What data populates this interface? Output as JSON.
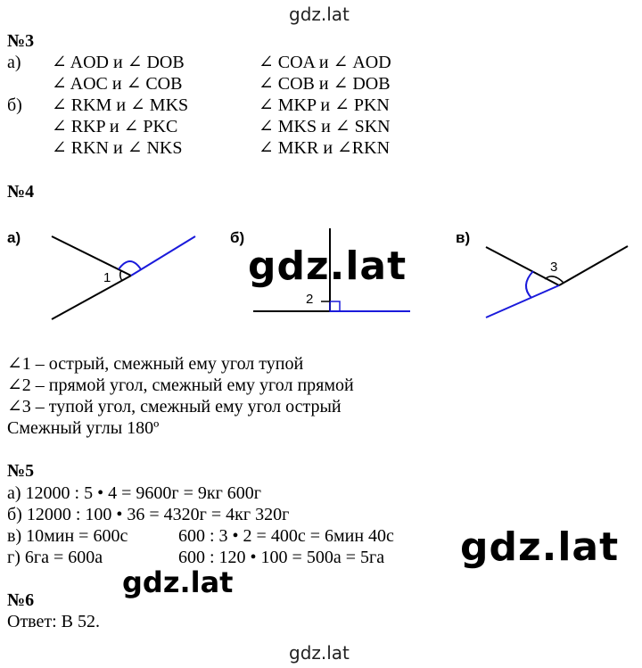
{
  "watermark": {
    "top": "gdz.lat",
    "diagram": "gdz.lat",
    "right": "gdz.lat",
    "lower": "gdz.lat",
    "bottom": "gdz.lat"
  },
  "task3": {
    "heading": "№3",
    "rows": [
      {
        "label": "а)",
        "left": "∠ AOD и ∠ DOB",
        "right": "∠ COA и ∠ AOD"
      },
      {
        "label": "",
        "left": "∠ AOC и ∠ COB",
        "right": "∠ COB и ∠ DOB"
      },
      {
        "label": "б)",
        "left": "∠ RKM и ∠ MKS",
        "right": "∠ MKP и ∠ PKN"
      },
      {
        "label": "",
        "left": "∠ RKP и ∠ PKC",
        "right": "∠ MKS и ∠ SKN"
      },
      {
        "label": "",
        "left": "∠ RKN и ∠ NKS",
        "right": "∠ MKR и ∠RKN"
      }
    ]
  },
  "task4": {
    "heading": "№4",
    "figures": {
      "a_label": "а)",
      "b_label": "б)",
      "v_label": "в)",
      "angle1": "1",
      "angle2": "2",
      "angle3": "3"
    },
    "lines": [
      "∠1 – острый, смежный ему угол тупой",
      "∠2 – прямой угол, смежный ему угол прямой",
      "∠3 – тупой угол, смежный ему угол острый",
      "Смежный углы 180º"
    ]
  },
  "task5": {
    "heading": "№5",
    "lines": [
      {
        "left": "а) 12000 : 5 • 4 = 9600г = 9кг 600г",
        "right": ""
      },
      {
        "left": "б) 12000 : 100 • 36 = 4320г = 4кг 320г",
        "right": ""
      },
      {
        "left": "в) 10мин = 600с",
        "right": "600 : 3 • 2 = 400с = 6мин 40с"
      },
      {
        "left": "г) 6га = 600а",
        "right": "600 : 120 • 100 = 500а = 5га"
      }
    ]
  },
  "task6": {
    "heading": "№6",
    "answer": "Ответ: В 52."
  },
  "colors": {
    "blue_line": "#1a1adb",
    "black_line": "#000000"
  }
}
